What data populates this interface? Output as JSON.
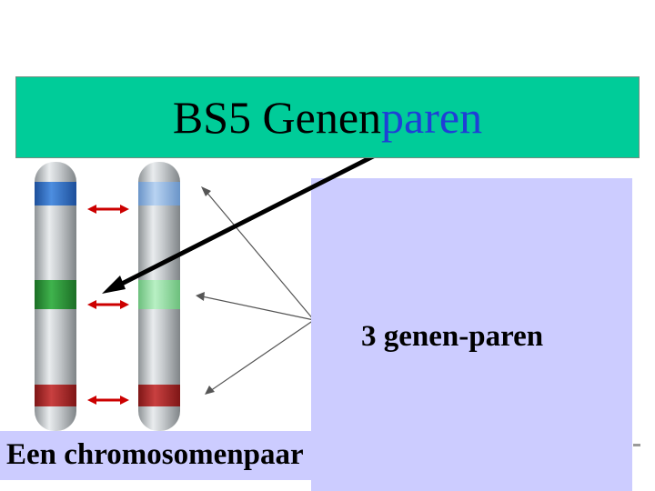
{
  "slide": {
    "title_main": "BS5 Genen",
    "title_accent": "paren",
    "info_label": "3 genen-paren",
    "caption": "Een chromosomenpaar"
  },
  "colors": {
    "title_bg": "#00cc99",
    "title_accent": "#1f3fd6",
    "panel_bg": "#ccccff",
    "band_blue": "#2f6fcc",
    "band_green": "#2e9e3a",
    "band_red": "#b22a2a",
    "band_blue_light": "#8fb6e6",
    "band_green_light": "#8fe0a0",
    "band_red_light": "#c43a3a",
    "pair_arrow": "#cc0000"
  }
}
